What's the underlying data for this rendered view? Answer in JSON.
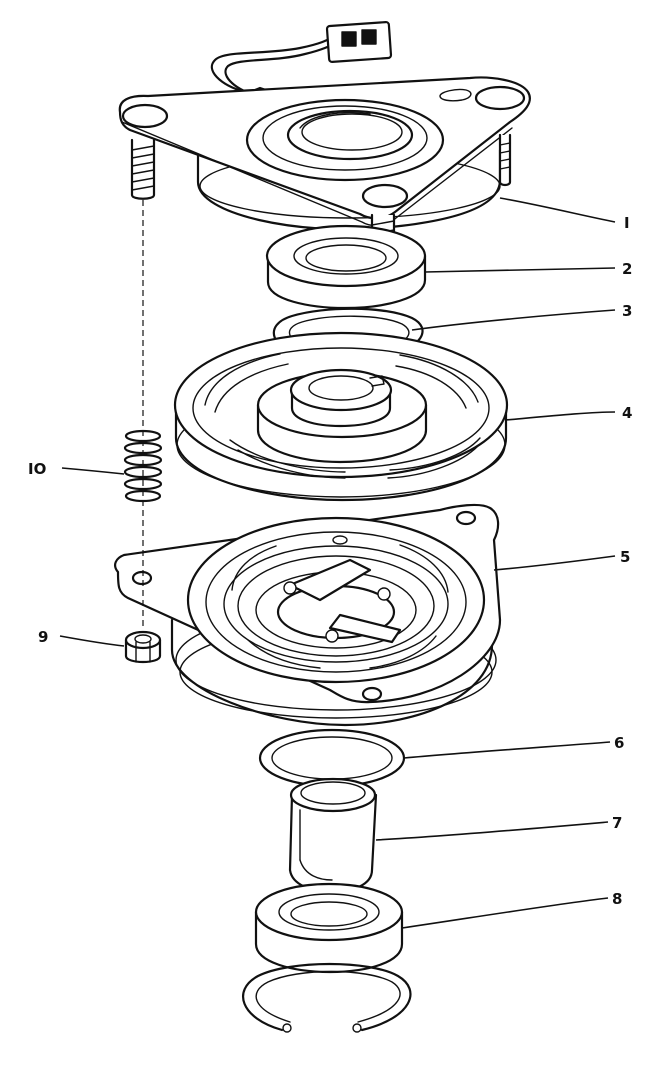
{
  "diagram": {
    "type": "exploded-assembly-drawing",
    "callouts": [
      {
        "id": "1",
        "label": "I"
      },
      {
        "id": "2",
        "label": "2"
      },
      {
        "id": "3",
        "label": "3"
      },
      {
        "id": "4",
        "label": "4"
      },
      {
        "id": "5",
        "label": "5"
      },
      {
        "id": "6",
        "label": "6"
      },
      {
        "id": "7",
        "label": "7"
      },
      {
        "id": "8",
        "label": "8"
      },
      {
        "id": "9",
        "label": "9"
      },
      {
        "id": "10",
        "label": "IO"
      }
    ]
  },
  "colors": {
    "ink": "#111111",
    "background": "#ffffff"
  }
}
